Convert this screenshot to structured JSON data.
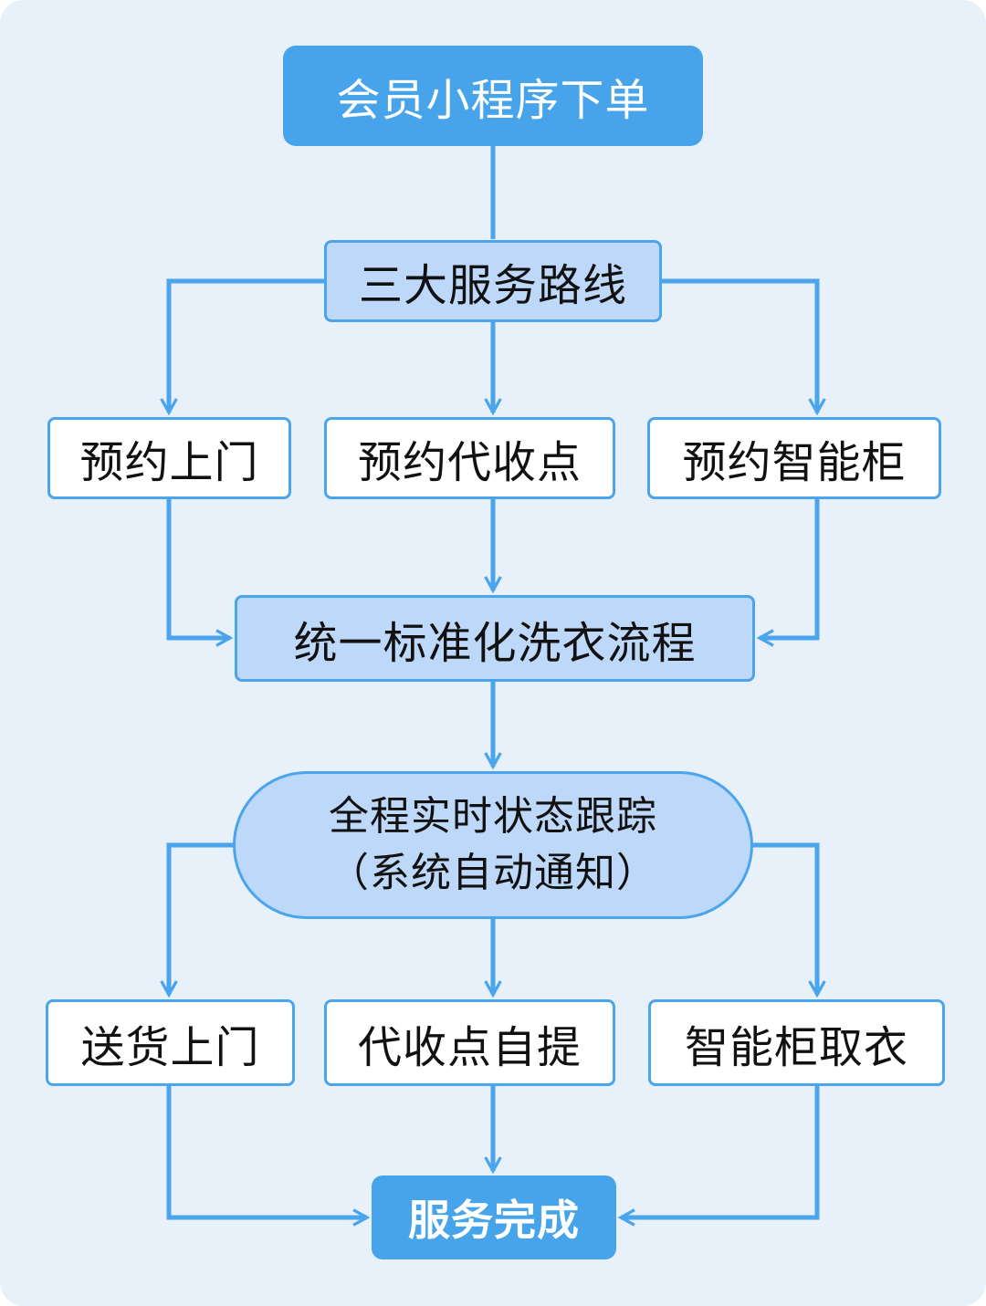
{
  "colors": {
    "background": "#e8f0fa",
    "accent": "#47a4ea",
    "light_fill": "#bdd8f9",
    "line": "#4aa5ec",
    "text_dark": "#111111",
    "text_light": "#ffffff"
  },
  "nodes": {
    "order": {
      "label": "会员小程序下单"
    },
    "routes": {
      "label": "三大服务路线"
    },
    "pickup_home": {
      "label": "预约上门"
    },
    "pickup_point": {
      "label": "预约代收点"
    },
    "pickup_locker": {
      "label": "预约智能柜"
    },
    "process": {
      "label": "统一标准化洗衣流程"
    },
    "tracking": {
      "line1": "全程实时状态跟踪",
      "line2": "（系统自动通知）"
    },
    "delivery_home": {
      "label": "送货上门"
    },
    "delivery_point": {
      "label": "代收点自提"
    },
    "delivery_locker": {
      "label": "智能柜取衣"
    },
    "done": {
      "label": "服务完成"
    }
  }
}
